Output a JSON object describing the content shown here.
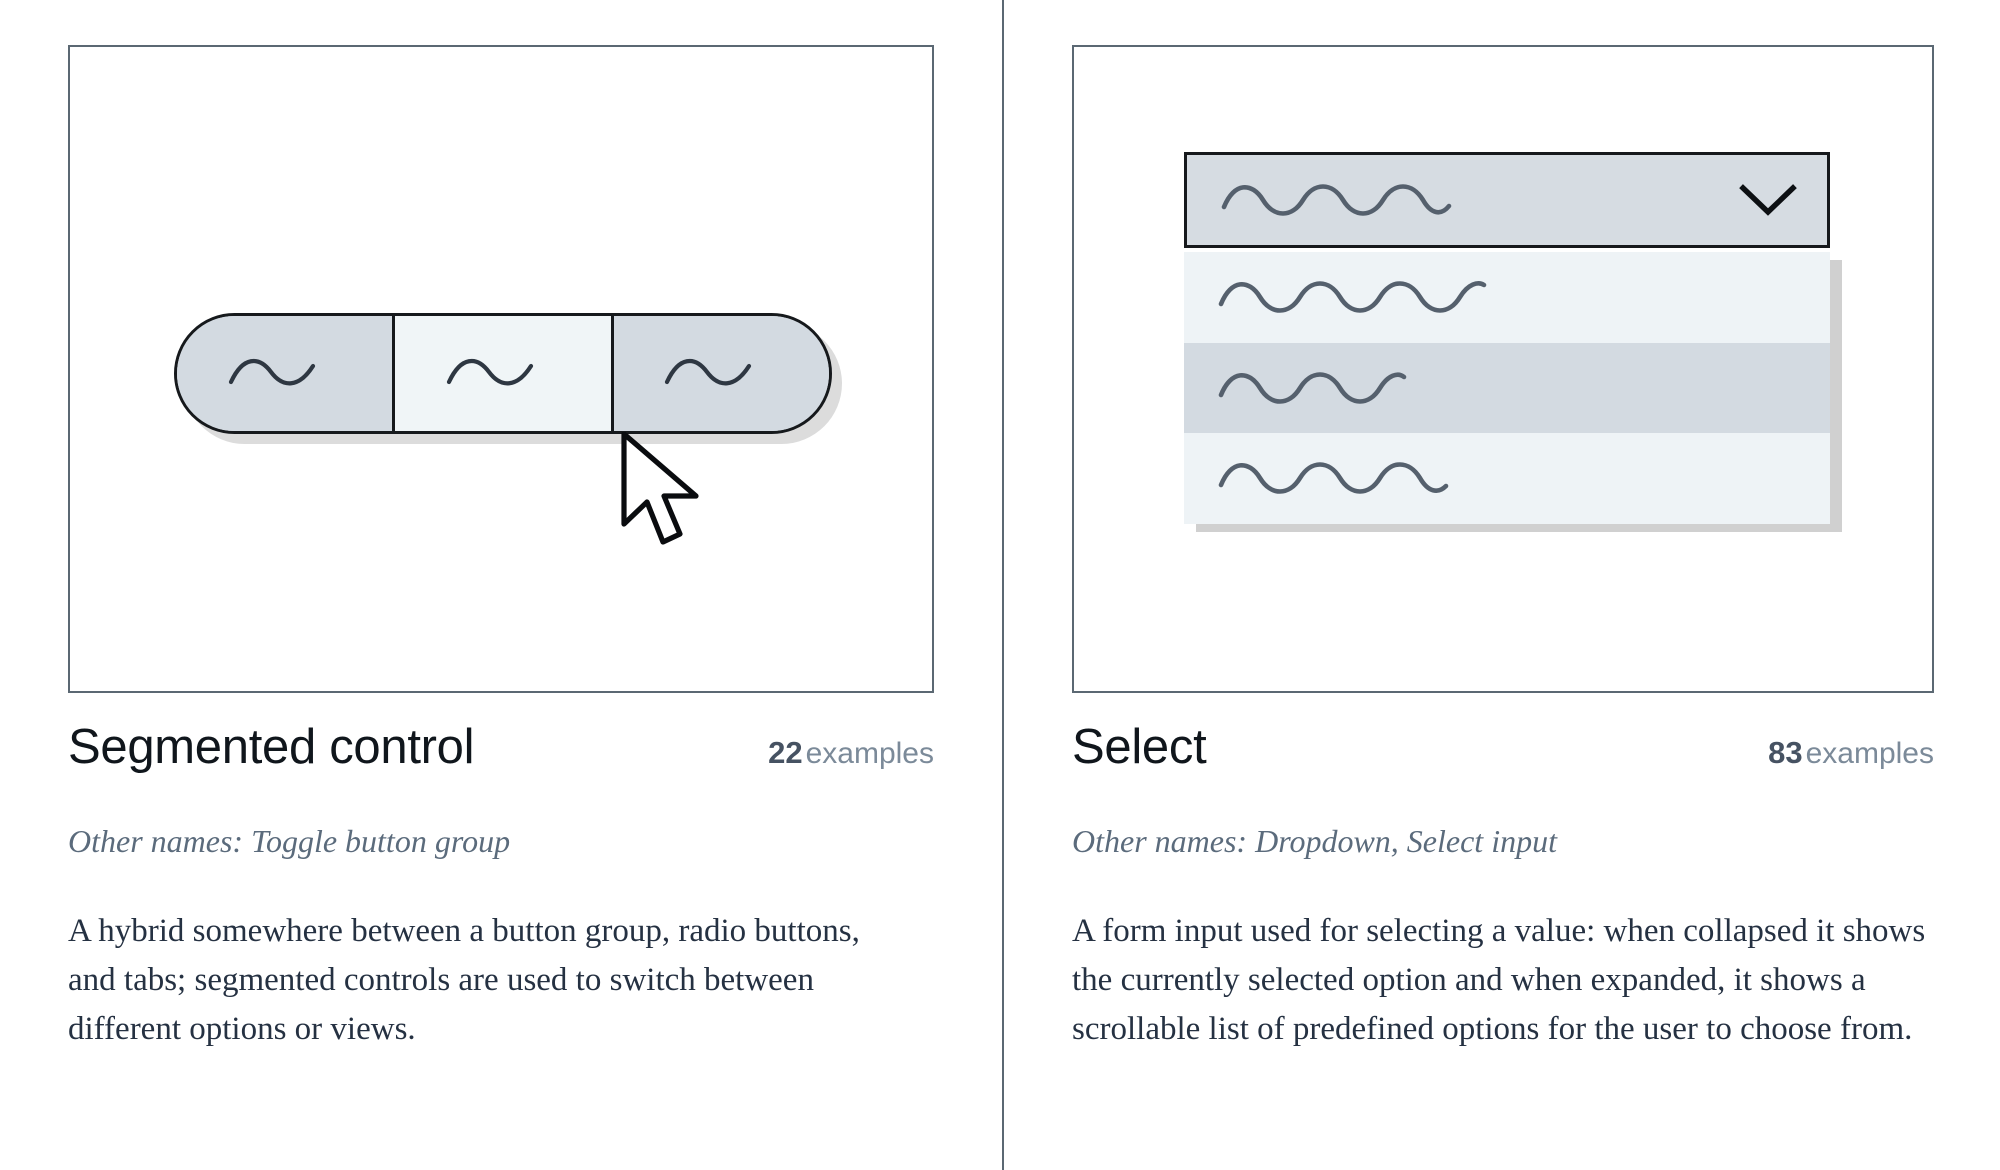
{
  "page": {
    "layout": "two-column-component-cards",
    "background_color": "#ffffff",
    "divider_color": "#5b6873"
  },
  "cards": [
    {
      "id": "segmented-control",
      "title": "Segmented control",
      "examples": {
        "count": "22",
        "label": "examples"
      },
      "other_names": "Other names: Toggle button group",
      "description": "A hybrid somewhere between a button group, radio buttons, and tabs; segmented controls are used to switch between different options or views.",
      "illustration": {
        "type": "segmented-control",
        "segments": [
          {
            "state": "unselected",
            "content": "squiggle",
            "fill": "#d3dae1"
          },
          {
            "state": "selected",
            "content": "squiggle",
            "fill": "#f0f5f7"
          },
          {
            "state": "unselected",
            "content": "squiggle",
            "fill": "#d3dae1"
          }
        ],
        "cursor": {
          "icon": "arrow-cursor",
          "target_segment": 2
        },
        "border_color": "#16191c",
        "shadow_color": "#dcdcdc"
      }
    },
    {
      "id": "select",
      "title": "Select",
      "examples": {
        "count": "83",
        "label": "examples"
      },
      "other_names": "Other names: Dropdown, Select input",
      "description": "A form input used for selecting a value: when collapsed it shows the currently selected option and when expanded, it shows a scrollable list of predefined options for the user to choose from.",
      "illustration": {
        "type": "select-dropdown",
        "closed_box": {
          "content": "squiggle",
          "fill": "#d6dce2",
          "border_color": "#16191c",
          "icon": "chevron-down-icon"
        },
        "options": [
          {
            "state": "normal",
            "content": "squiggle",
            "fill": "#eef3f6"
          },
          {
            "state": "highlighted",
            "content": "squiggle",
            "fill": "#d3dae1"
          },
          {
            "state": "normal",
            "content": "squiggle",
            "fill": "#eef3f6"
          }
        ],
        "cursor": {
          "icon": "arrow-cursor",
          "target_option": 2
        },
        "shadow_color": "#d0d0d0"
      }
    }
  ],
  "colors": {
    "text_primary": "#10161c",
    "text_body": "#253142",
    "text_muted": "#5b6b7c",
    "count_strong": "#465262",
    "count_word": "#7b8a99",
    "frame_border": "#5b6873"
  }
}
